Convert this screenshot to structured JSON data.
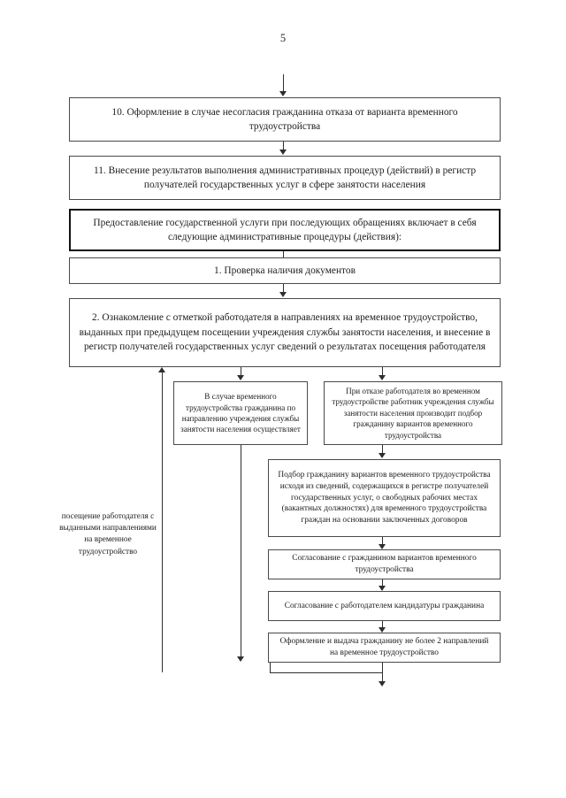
{
  "document": {
    "page_number": "5",
    "language": "ru"
  },
  "flowchart": {
    "type": "flowchart",
    "orientation": "top-to-bottom",
    "nodes": [
      {
        "id": "step10",
        "label": "10. Оформление в случае несогласия гражданина отказа от варианта временного трудоустройства",
        "style": "plain",
        "column": "full"
      },
      {
        "id": "step11",
        "label": "11. Внесение результатов выполнения административных процедур (действий) в регистр получателей государственных услуг в сфере занятости населения",
        "style": "plain",
        "column": "full"
      },
      {
        "id": "heading-subsequent",
        "label": "Предоставление государственной услуги при последующих обращениях включает в себя следующие административные процедуры (действия):",
        "style": "bold-border",
        "column": "full"
      },
      {
        "id": "step1",
        "label": "1. Проверка наличия документов",
        "style": "plain",
        "column": "full"
      },
      {
        "id": "step2",
        "label": "2. Ознакомление с отметкой работодателя в направлениях на временное трудоустройство, выданных при предыдущем посещении учреждения службы занятости населения, и внесение в регистр получателей государственных услуг сведений о результатах посещения работодателя",
        "style": "plain",
        "column": "full"
      },
      {
        "id": "branch-left",
        "label": "В случае временного трудоустройства гражданина по направлению учреждения службы занятости  населения осуществляет",
        "style": "plain",
        "column": "left"
      },
      {
        "id": "branch-right",
        "label": "При отказе работодателя во временном трудоустройстве работник учреждения службы занятости населения производит подбор гражданину вариантов временного трудоустройства",
        "style": "plain",
        "column": "right"
      },
      {
        "id": "selection",
        "label": "Подбор гражданину вариантов временного трудоустройства исходя из сведений, содержащихся в регистре получателей государственных услуг, о свободных рабочих местах (вакантных должностях) для временного трудоустройства граждан на основании заключенных договоров",
        "style": "plain",
        "column": "right"
      },
      {
        "id": "approve-citizen",
        "label": "Согласование с гражданином вариантов временного трудоустройства",
        "style": "plain",
        "column": "right"
      },
      {
        "id": "approve-employer",
        "label": "Согласование с работодателем кандидатуры гражданина",
        "style": "plain",
        "column": "right"
      },
      {
        "id": "issue-referrals",
        "label": "Оформление и выдача гражданину не более 2 направлений на временное трудоустройство",
        "style": "plain",
        "column": "right"
      },
      {
        "id": "visit-employer",
        "label": "посещение работодателя с выданными направлениями на временное трудоустройство",
        "style": "borderless",
        "column": "far-left"
      }
    ]
  }
}
